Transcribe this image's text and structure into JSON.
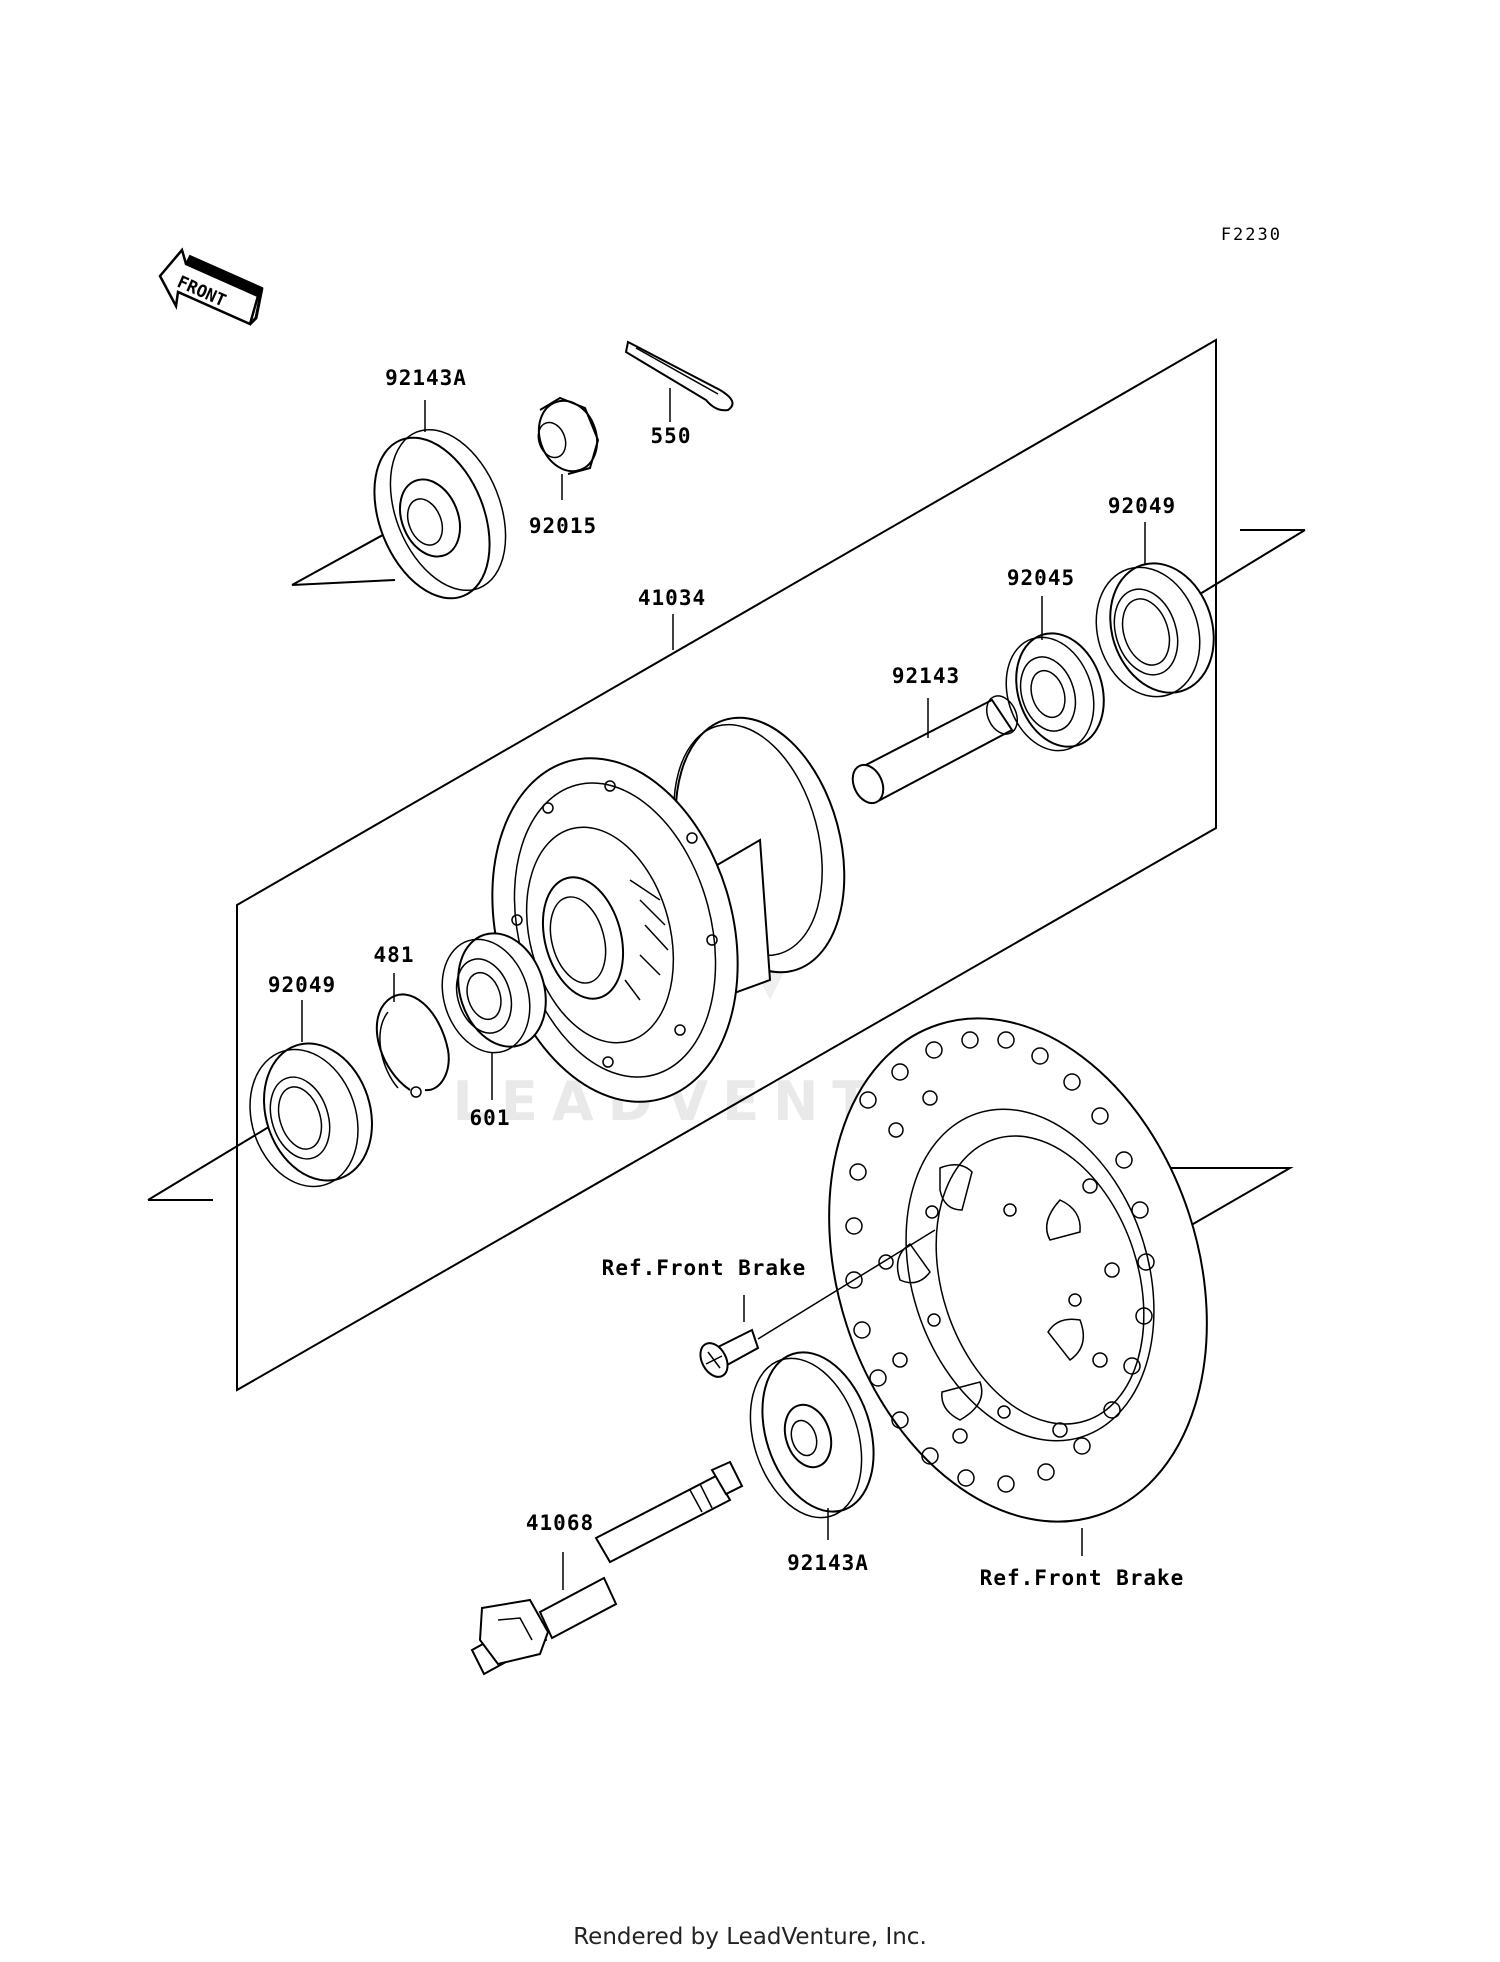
{
  "figure_code": "F2230",
  "front_indicator": "FRONT",
  "watermark": "LEADVENTURE",
  "labels": {
    "cap_top": "92143A",
    "collar_top": "92015",
    "cotter_pin": "550",
    "hub": "41034",
    "seal_right": "92049",
    "bearing_right": "92045",
    "spacer": "92143",
    "seal_left": "92049",
    "circlip": "481",
    "bearing_left": "601",
    "ref_screw": "Ref.Front Brake",
    "axle": "41068",
    "cap_bottom": "92143A",
    "ref_disc": "Ref.Front Brake"
  },
  "footer": "Rendered by LeadVenture, Inc."
}
